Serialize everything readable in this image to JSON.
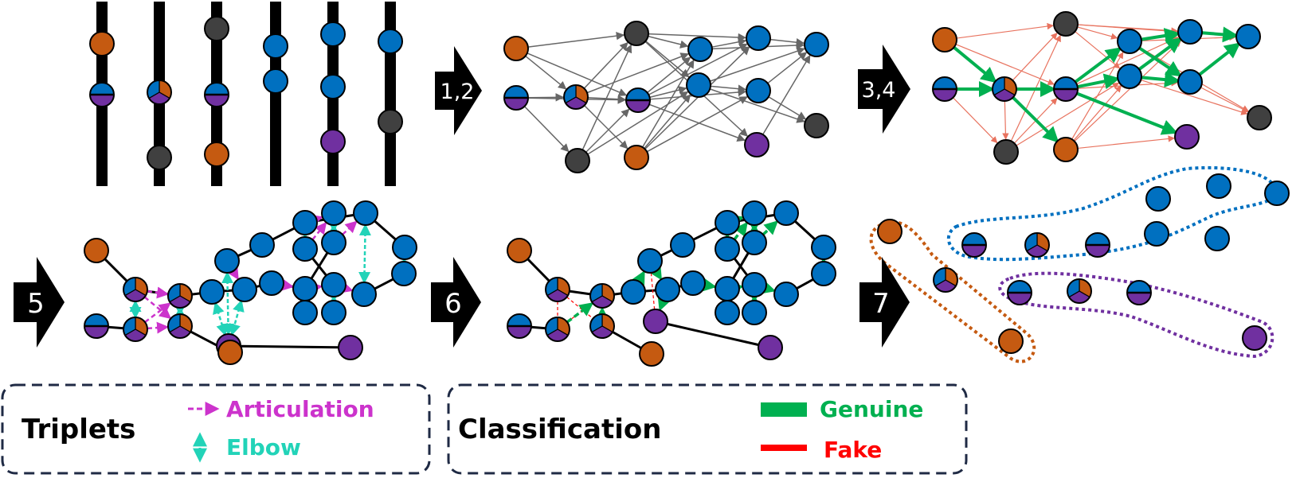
{
  "colors": {
    "orange": "#c55a11",
    "blue": "#0070c0",
    "purple": "#7030a0",
    "gray": "#404040",
    "black": "#000000",
    "genuine": "#00b050",
    "fake": "#ff0000",
    "articulation": "#cc33cc",
    "elbow": "#22d3b8",
    "candidate_edge": "#666666",
    "pruned_edge": "#e8735f",
    "legend_border": "#1f2a44"
  },
  "steps": {
    "s12": "1,2",
    "s34": "3,4",
    "s5": "5",
    "s6": "6",
    "s7": "7"
  },
  "legend_triplets": {
    "title": "Triplets",
    "articulation": "Articulation",
    "elbow": "Elbow"
  },
  "legend_classification": {
    "title": "Classification",
    "genuine": "Genuine",
    "fake": "Fake"
  },
  "icons": {
    "step_arrow": "right-chevron-arrow-icon",
    "node": "circle-node-icon",
    "merged_node": "split-circle-node-icon"
  }
}
